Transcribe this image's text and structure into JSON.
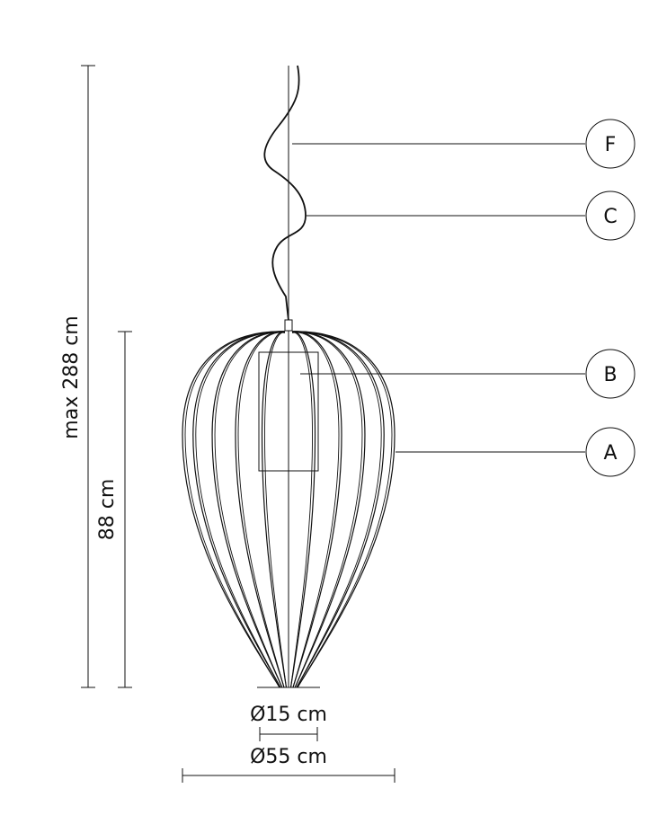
{
  "dimensions": {
    "max_height": "max 288 cm",
    "lamp_height": "88 cm",
    "canopy_diameter": "Ø15 cm",
    "lamp_diameter": "Ø55 cm"
  },
  "callouts": [
    {
      "id": "F",
      "label": "F"
    },
    {
      "id": "C",
      "label": "C"
    },
    {
      "id": "B",
      "label": "B"
    },
    {
      "id": "A",
      "label": "A"
    }
  ]
}
